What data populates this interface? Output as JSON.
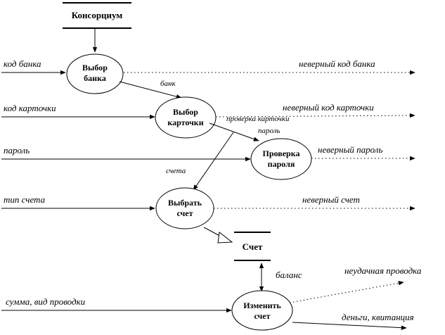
{
  "stores": {
    "consortium": "Консорциум",
    "account": "Счет"
  },
  "processes": {
    "select_bank": [
      "Выбор",
      "банка"
    ],
    "select_card": [
      "Выбор",
      "карточки"
    ],
    "check_password": [
      "Проверка",
      "пароля"
    ],
    "select_account": [
      "Выбрать",
      "счет"
    ],
    "modify_account": [
      "Изменить",
      "счет"
    ]
  },
  "inputs": {
    "bank_code": "код банка",
    "card_code": "код карточки",
    "password": "пароль",
    "account_type": "тип счета",
    "amount_type": "сумма, вид проводки"
  },
  "outputs": {
    "bad_bank_code": "неверный код банка",
    "bad_card_code": "неверный код карточки",
    "bad_password": "неверный пароль",
    "bad_account": "неверный счет",
    "failed_posting": "неудачная проводка",
    "money_receipt": "деньги, квитанция"
  },
  "internal": {
    "bank": "банк",
    "card_check": "проверка карточки",
    "password": "пароль",
    "accounts": "счета",
    "balance": "баланс"
  }
}
